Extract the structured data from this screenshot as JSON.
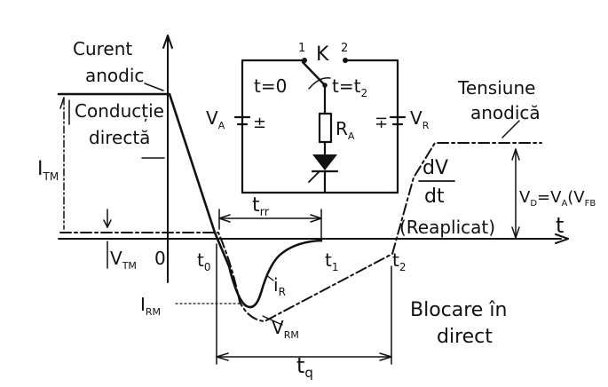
{
  "labels": {
    "curent_line1": "Curent",
    "curent_line2": "anodic",
    "conductie_line1": "Conducție",
    "conductie_line2": "directă",
    "itm": "I",
    "itm_sub": "TM",
    "vtm": "V",
    "vtm_sub": "TM",
    "zero": "0",
    "t0": "t",
    "t0_sub": "0",
    "t1": "t",
    "t1_sub": "1",
    "t2": "t",
    "t2_sub": "2",
    "trr": "t",
    "trr_sub": "rr",
    "irm": "I",
    "irm_sub": "RM",
    "ir": "i",
    "ir_sub": "R",
    "vrm": "V",
    "vrm_sub": "RM",
    "tq": "t",
    "tq_sub": "q",
    "t_axis": "t",
    "tensiune_line1": "Tensiune",
    "tensiune_line2": "anodică",
    "dv": "dV",
    "dt": "dt",
    "reaplicat": "(Reaplicat)",
    "vd_formula": "V",
    "vd_sub": "D",
    "vd_eq": "=V",
    "vd_sub2": "A",
    "vd_tail": "(V",
    "vd_sub3": "FB",
    "blocare_line1": "Blocare în",
    "blocare_line2": "direct"
  },
  "circuit": {
    "switch_name": "K",
    "pos1": "1",
    "pos2": "2",
    "t_zero": "t=0",
    "t_two": "t=t",
    "t_two_sub": "2",
    "va": "V",
    "va_sub": "A",
    "va_sign": "±",
    "vr": "V",
    "vr_sub": "R",
    "vr_sign": "∓",
    "ra": "R",
    "ra_sub": "A"
  }
}
